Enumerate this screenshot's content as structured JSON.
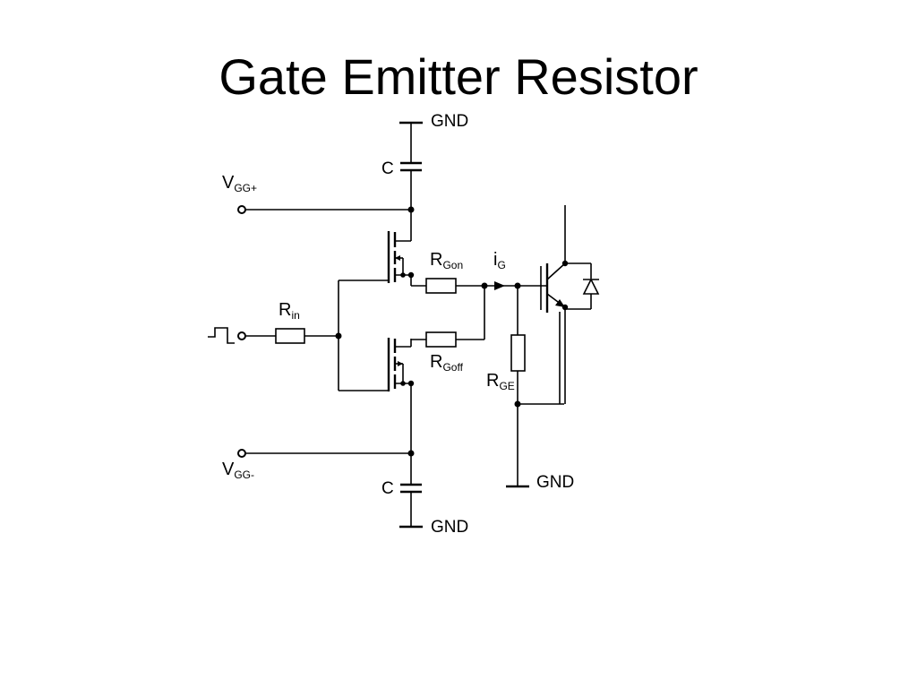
{
  "title": "Gate Emitter Resistor",
  "labels": {
    "gnd_top": "GND",
    "gnd_bottom": "GND",
    "gnd_right": "GND",
    "c_top": "C",
    "c_bottom": "C",
    "vgg_plus_main": "V",
    "vgg_plus_sub": "GG+",
    "vgg_minus_main": "V",
    "vgg_minus_sub": "GG-",
    "rin_main": "R",
    "rin_sub": "in",
    "rgon_main": "R",
    "rgon_sub": "Gon",
    "rgoff_main": "R",
    "rgoff_sub": "Goff",
    "rge_main": "R",
    "rge_sub": "GE",
    "ig_main": "i",
    "ig_sub": "G"
  },
  "colors": {
    "background": "#ffffff",
    "ink": "#000000"
  }
}
